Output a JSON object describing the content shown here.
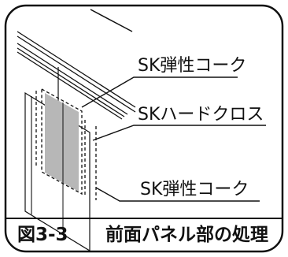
{
  "labels": {
    "top_callout": "SK弾性コーク",
    "middle_callout": "SKハードクロス",
    "bottom_callout": "SK弾性コーク"
  },
  "caption": {
    "figure_number": "図3-3",
    "title": "前面パネル部の処理"
  }
}
